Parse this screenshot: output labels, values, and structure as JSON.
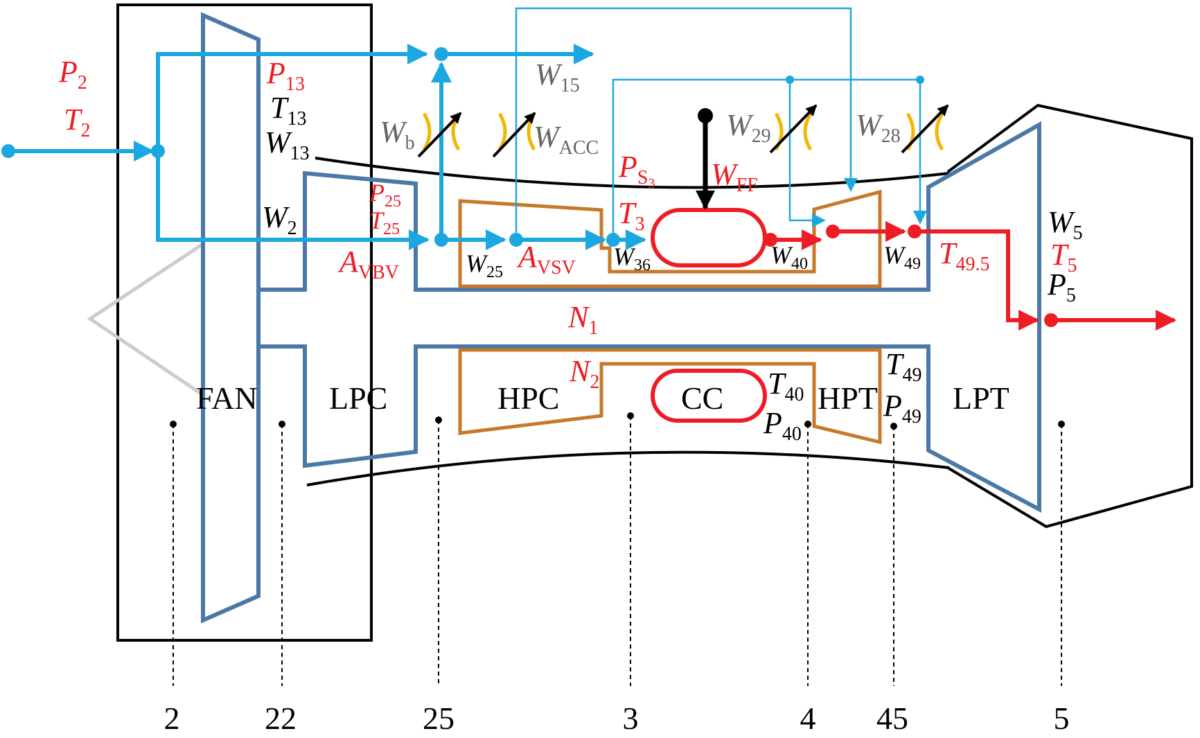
{
  "colors": {
    "engine": "#000000",
    "spool": "#4a79a7",
    "hp_spool": "#c8782a",
    "flow": "#1ba7e0",
    "hot": "#ee1c24",
    "valve": "#f2b705",
    "nose": "#cccccc",
    "label_gray": "#666666"
  },
  "components": {
    "fan": "FAN",
    "lpc": "LPC",
    "hpc": "HPC",
    "cc": "CC",
    "hpt": "HPT",
    "lpt": "LPT"
  },
  "stations": [
    "2",
    "22",
    "25",
    "3",
    "4",
    "45",
    "5"
  ],
  "signals": {
    "p2": {
      "main": "P",
      "sub": "2"
    },
    "t2": {
      "main": "T",
      "sub": "2"
    },
    "p13": {
      "main": "P",
      "sub": "13"
    },
    "t13": {
      "main": "T",
      "sub": "13"
    },
    "w13": {
      "main": "W",
      "sub": "13"
    },
    "w2": {
      "main": "W",
      "sub": "2"
    },
    "p25": {
      "main": "P",
      "sub": "25"
    },
    "t25": {
      "main": "T",
      "sub": "25"
    },
    "avbv": {
      "main": "A",
      "sub": "VBV"
    },
    "w15": {
      "main": "W",
      "sub": "15"
    },
    "wb": {
      "main": "W",
      "sub": "b"
    },
    "wacc": {
      "main": "W",
      "sub": "ACC"
    },
    "ps3": {
      "main": "P",
      "sub": "S",
      "subsub": "3"
    },
    "wff": {
      "main": "W",
      "sub": "FF"
    },
    "w29": {
      "main": "W",
      "sub": "29"
    },
    "w28": {
      "main": "W",
      "sub": "28"
    },
    "t3": {
      "main": "T",
      "sub": "3"
    },
    "w25": {
      "main": "W",
      "sub": "25"
    },
    "avsv": {
      "main": "A",
      "sub": "VSV"
    },
    "w36": {
      "main": "W",
      "sub": "36"
    },
    "w40": {
      "main": "W",
      "sub": "40"
    },
    "w49": {
      "main": "W",
      "sub": "49"
    },
    "t495": {
      "main": "T",
      "sub": "49.5"
    },
    "w5": {
      "main": "W",
      "sub": "5"
    },
    "t5": {
      "main": "T",
      "sub": "5"
    },
    "p5": {
      "main": "P",
      "sub": "5"
    },
    "n1": {
      "main": "N",
      "sub": "1"
    },
    "n2": {
      "main": "N",
      "sub": "2"
    },
    "t40": {
      "main": "T",
      "sub": "40"
    },
    "p40": {
      "main": "P",
      "sub": "40"
    },
    "t49": {
      "main": "T",
      "sub": "49"
    },
    "p49": {
      "main": "P",
      "sub": "49"
    }
  }
}
